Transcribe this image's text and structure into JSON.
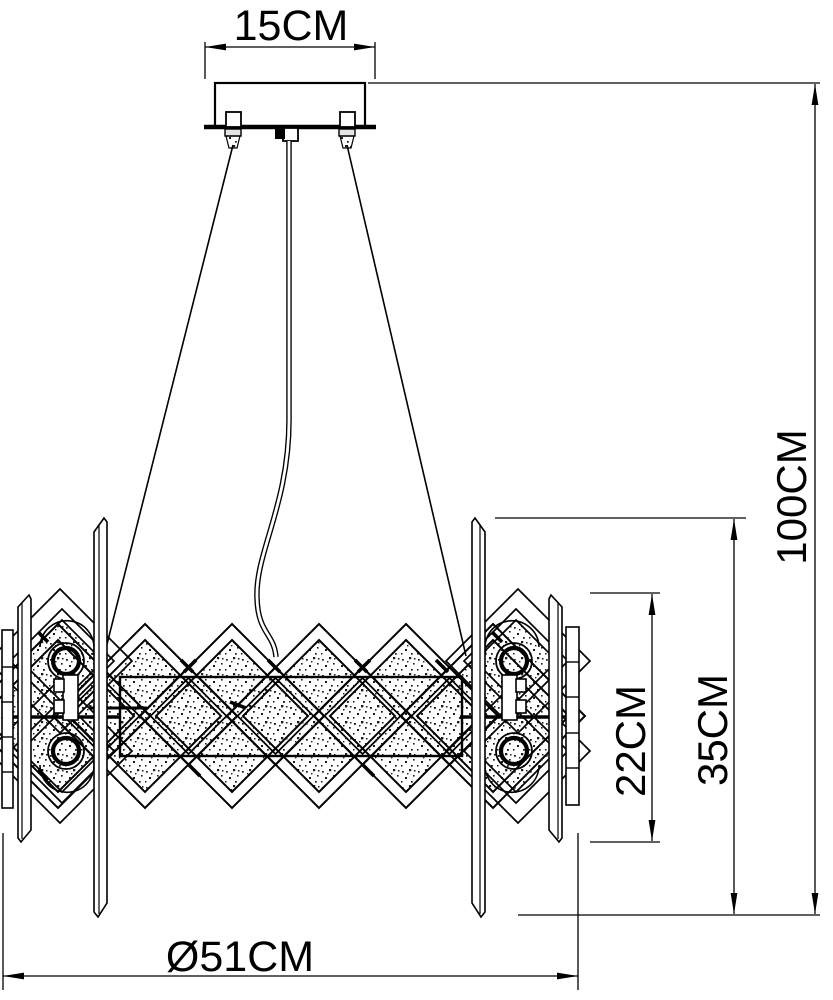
{
  "page": {
    "background": "#ffffff"
  },
  "drawing": {
    "line_color": "#000000",
    "type": "chandelier-installation-dimension-drawing",
    "dimensions": {
      "canopy_width": "15CM",
      "overall_height": "100CM",
      "fixture_height": "35CM",
      "band_height": "22CM",
      "diameter": "Ø51CM"
    }
  }
}
